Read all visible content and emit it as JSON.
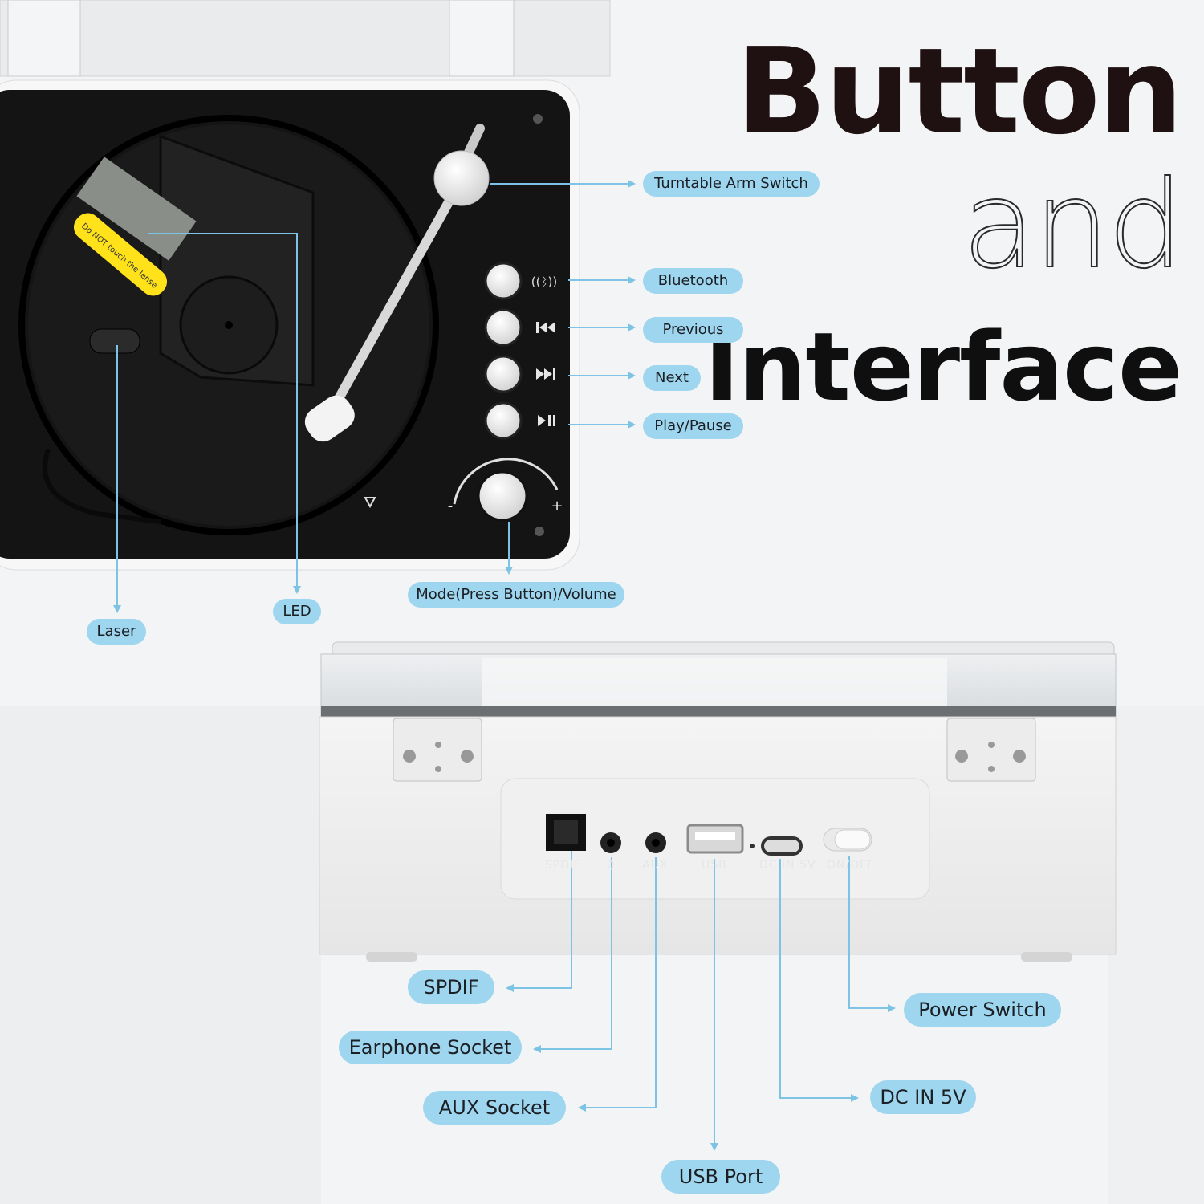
{
  "headline": {
    "line1": "Button",
    "line2": "and",
    "line3": "Interface"
  },
  "sticker_text": "Do NOT touch the lense",
  "top_callouts": {
    "turntable_arm_switch": "Turntable Arm Switch",
    "bluetooth": "Bluetooth",
    "previous": "Previous",
    "next": "Next",
    "play_pause": "Play/Pause",
    "mode_volume": "Mode(Press Button)/Volume",
    "laser": "Laser",
    "led": "LED"
  },
  "knob_marks": {
    "minus": "-",
    "plus": "+"
  },
  "port_labels": {
    "spdif": "SPDIF",
    "headphone": "♫",
    "aux": "AUX",
    "usb": "USB",
    "dc": "DC IN 5V",
    "onoff": "ON/OFF"
  },
  "bottom_callouts": {
    "spdif": "SPDIF",
    "earphone": "Earphone Socket",
    "aux": "AUX Socket",
    "usb": "USB Port",
    "dc": "DC IN 5V",
    "power": "Power Switch"
  },
  "colors": {
    "callout": "#9fd6ef",
    "leader_line": "#7cc3e4",
    "deck": "#141414",
    "body": "#f1f1f1"
  }
}
